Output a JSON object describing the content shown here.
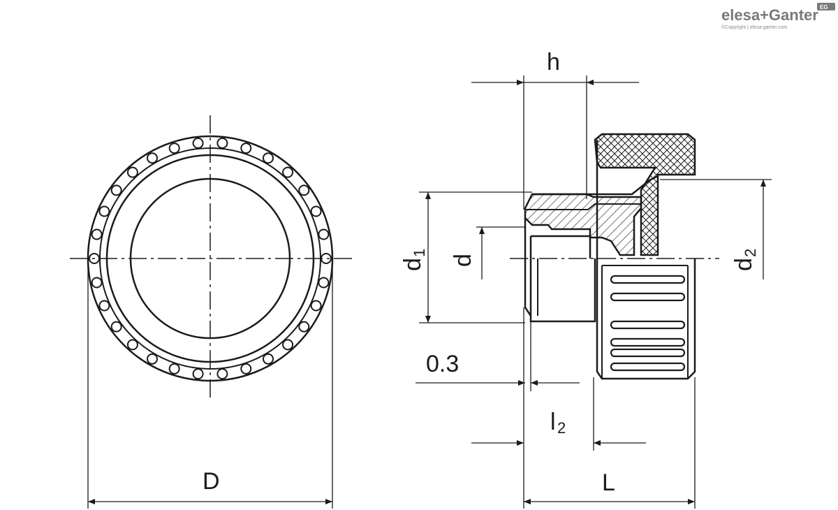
{
  "logo": {
    "brand": "elesa+Ganter",
    "copyright": "©Copyright | elesa-ganter.com",
    "badge": "EG"
  },
  "labels": {
    "D": "D",
    "L": "L",
    "h": "h",
    "d": "d",
    "d1_main": "d",
    "d1_sub": "1",
    "d2_main": "d",
    "d2_sub": "2",
    "l2_main": "l",
    "l2_sub": "2",
    "gap": "0.3"
  },
  "colors": {
    "line": "#1a1a1a",
    "logo": "#7a7a7a"
  }
}
